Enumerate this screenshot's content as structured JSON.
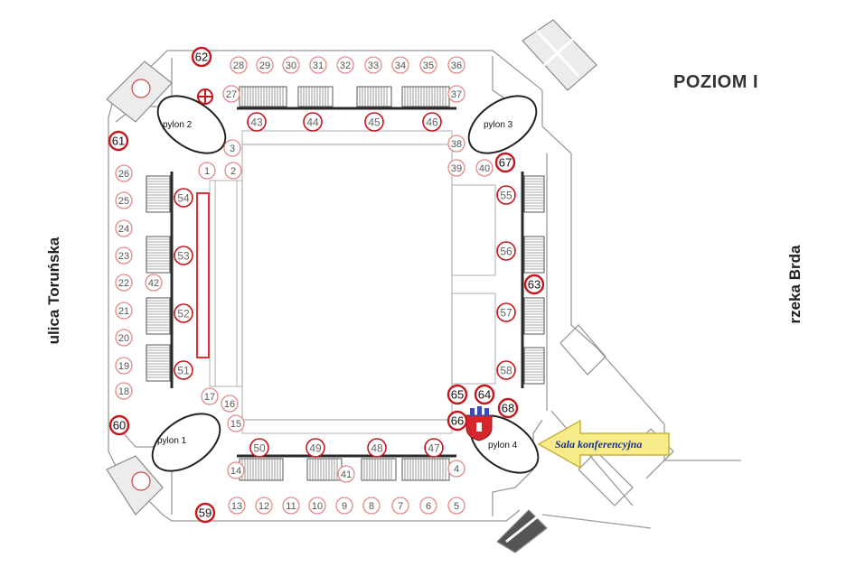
{
  "title": "POZIOM I",
  "streets": {
    "left": "ulica Toruńska",
    "right": "rzeka Brda"
  },
  "pylons": [
    "pylon 1",
    "pylon 2",
    "pylon 3",
    "pylon 4"
  ],
  "conference_label": "Sala konferencyjna",
  "colors": {
    "marker_light": "#e28a8a",
    "marker_strong": "#c4161c",
    "wall": "#9a9a9a",
    "dark": "#2a2a2a",
    "arrow_fill": "#f7ec8a",
    "arrow_stroke": "#c9b23a",
    "label_blue": "#1b2f8a"
  },
  "icons": [
    "coat-of-arms-icon",
    "medical-cross-icon"
  ],
  "markers": [
    {
      "n": "1",
      "s": "light"
    },
    {
      "n": "2",
      "s": "light"
    },
    {
      "n": "3",
      "s": "light"
    },
    {
      "n": "4",
      "s": "light"
    },
    {
      "n": "5",
      "s": "light"
    },
    {
      "n": "6",
      "s": "light"
    },
    {
      "n": "7",
      "s": "light"
    },
    {
      "n": "8",
      "s": "light"
    },
    {
      "n": "9",
      "s": "light"
    },
    {
      "n": "10",
      "s": "light"
    },
    {
      "n": "11",
      "s": "light"
    },
    {
      "n": "12",
      "s": "light"
    },
    {
      "n": "13",
      "s": "light"
    },
    {
      "n": "14",
      "s": "light"
    },
    {
      "n": "15",
      "s": "light"
    },
    {
      "n": "16",
      "s": "light"
    },
    {
      "n": "17",
      "s": "light"
    },
    {
      "n": "18",
      "s": "light"
    },
    {
      "n": "19",
      "s": "light"
    },
    {
      "n": "20",
      "s": "light"
    },
    {
      "n": "21",
      "s": "light"
    },
    {
      "n": "22",
      "s": "light"
    },
    {
      "n": "23",
      "s": "light"
    },
    {
      "n": "24",
      "s": "light"
    },
    {
      "n": "25",
      "s": "light"
    },
    {
      "n": "26",
      "s": "light"
    },
    {
      "n": "27",
      "s": "light"
    },
    {
      "n": "28",
      "s": "light"
    },
    {
      "n": "29",
      "s": "light"
    },
    {
      "n": "30",
      "s": "light"
    },
    {
      "n": "31",
      "s": "light"
    },
    {
      "n": "32",
      "s": "light"
    },
    {
      "n": "33",
      "s": "light"
    },
    {
      "n": "34",
      "s": "light"
    },
    {
      "n": "35",
      "s": "light"
    },
    {
      "n": "36",
      "s": "light"
    },
    {
      "n": "37",
      "s": "light"
    },
    {
      "n": "38",
      "s": "light"
    },
    {
      "n": "39",
      "s": "light"
    },
    {
      "n": "40",
      "s": "light"
    },
    {
      "n": "41",
      "s": "light"
    },
    {
      "n": "42",
      "s": "light"
    },
    {
      "n": "43",
      "s": "mid"
    },
    {
      "n": "44",
      "s": "mid"
    },
    {
      "n": "45",
      "s": "mid"
    },
    {
      "n": "46",
      "s": "mid"
    },
    {
      "n": "47",
      "s": "mid"
    },
    {
      "n": "48",
      "s": "mid"
    },
    {
      "n": "49",
      "s": "mid"
    },
    {
      "n": "50",
      "s": "mid"
    },
    {
      "n": "51",
      "s": "mid"
    },
    {
      "n": "52",
      "s": "mid"
    },
    {
      "n": "53",
      "s": "mid"
    },
    {
      "n": "54",
      "s": "mid"
    },
    {
      "n": "55",
      "s": "mid"
    },
    {
      "n": "56",
      "s": "mid"
    },
    {
      "n": "57",
      "s": "mid"
    },
    {
      "n": "58",
      "s": "mid"
    },
    {
      "n": "59",
      "s": "strong"
    },
    {
      "n": "60",
      "s": "strong"
    },
    {
      "n": "61",
      "s": "strong"
    },
    {
      "n": "62",
      "s": "strong"
    },
    {
      "n": "63",
      "s": "strong"
    },
    {
      "n": "64",
      "s": "strong"
    },
    {
      "n": "65",
      "s": "strong"
    },
    {
      "n": "66",
      "s": "strong"
    },
    {
      "n": "67",
      "s": "strong"
    },
    {
      "n": "68",
      "s": "strong"
    }
  ]
}
